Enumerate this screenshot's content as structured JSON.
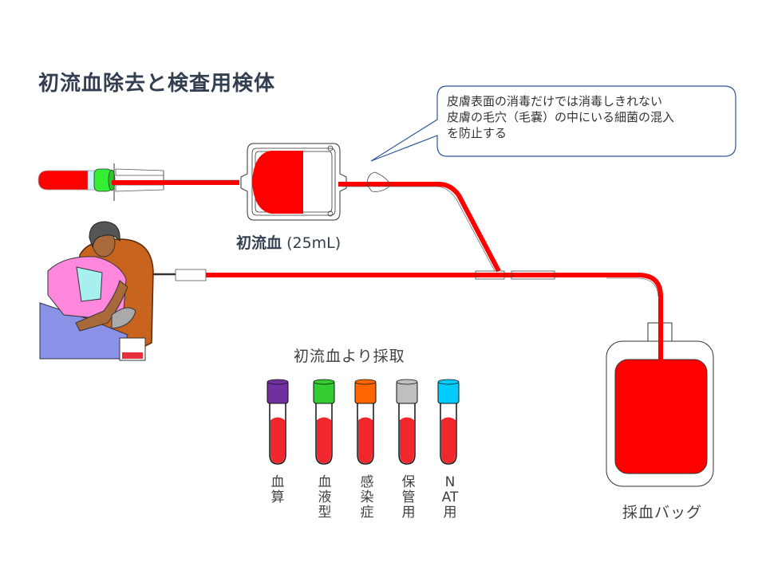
{
  "title": "初流血除去と検査用検体",
  "callout": {
    "lines": [
      "皮膚表面の消毒だけでは消毒しきれない",
      "皮膚の毛穴（毛嚢）の中にいる細菌の混入",
      "を防止する"
    ]
  },
  "diversion_bag": {
    "label_bold": "初流血",
    "label_volume": "(25mL)"
  },
  "sample_tubes": {
    "heading": "初流血より採取",
    "tubes": [
      {
        "label": "血算",
        "cap_color": "#7030a0"
      },
      {
        "label": "血液型",
        "cap_color": "#33cc33"
      },
      {
        "label": "感染症",
        "cap_color": "#ff6600"
      },
      {
        "label": "保管用",
        "cap_color": "#bfbfbf"
      },
      {
        "label": "NAT用",
        "cap_color": "#00ccff"
      }
    ]
  },
  "collection_bag": {
    "label": "採血バッグ"
  },
  "colors": {
    "blood": "#ff0000",
    "tube_blood": "#f0282d",
    "title": "#333f50",
    "callout_border": "#2f5597"
  }
}
